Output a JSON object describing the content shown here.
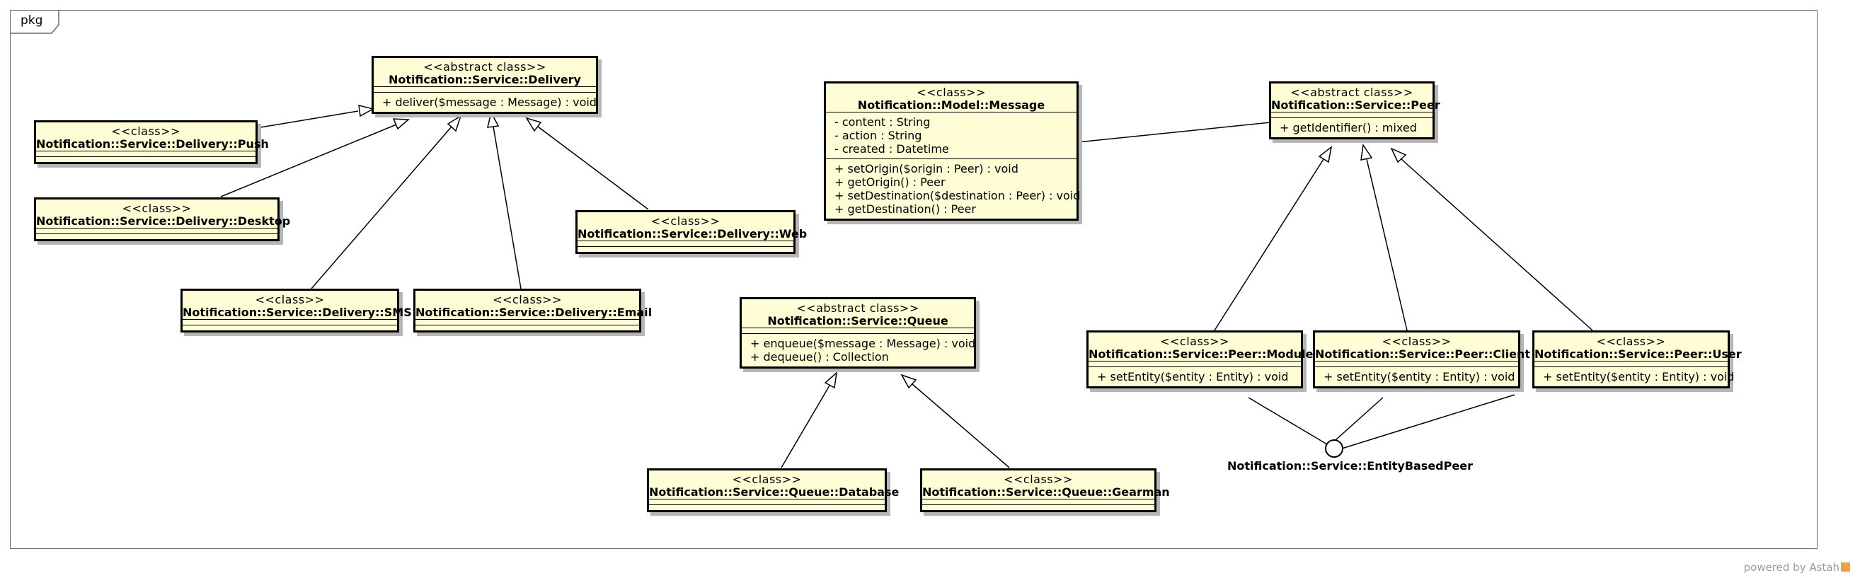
{
  "package": {
    "label": "pkg"
  },
  "classes": {
    "delivery": {
      "stereotype": "<<abstract class>>",
      "name": "Notification::Service::Delivery",
      "methods": [
        "+ deliver($message : Message) : void"
      ]
    },
    "push": {
      "stereotype": "<<class>>",
      "name": "Notification::Service::Delivery::Push"
    },
    "desktop": {
      "stereotype": "<<class>>",
      "name": "Notification::Service::Delivery::Desktop"
    },
    "sms": {
      "stereotype": "<<class>>",
      "name": "Notification::Service::Delivery::SMS"
    },
    "email": {
      "stereotype": "<<class>>",
      "name": "Notification::Service::Delivery::Email"
    },
    "web": {
      "stereotype": "<<class>>",
      "name": "Notification::Service::Delivery::Web"
    },
    "message": {
      "stereotype": "<<class>>",
      "name": "Notification::Model::Message",
      "attributes": [
        "- content : String",
        "- action : String",
        "- created : Datetime"
      ],
      "methods": [
        "+ setOrigin($origin : Peer) : void",
        "+ getOrigin() : Peer",
        "+ setDestination($destination : Peer) : void",
        "+ getDestination() : Peer"
      ]
    },
    "queue": {
      "stereotype": "<<abstract class>>",
      "name": "Notification::Service::Queue",
      "methods": [
        "+ enqueue($message : Message) : void",
        "+ dequeue() : Collection"
      ]
    },
    "database": {
      "stereotype": "<<class>>",
      "name": "Notification::Service::Queue::Database"
    },
    "gearman": {
      "stereotype": "<<class>>",
      "name": "Notification::Service::Queue::Gearman"
    },
    "peer": {
      "stereotype": "<<abstract class>>",
      "name": "Notification::Service::Peer",
      "methods": [
        "+ getIdentifier() : mixed"
      ]
    },
    "module": {
      "stereotype": "<<class>>",
      "name": "Notification::Service::Peer::Module",
      "methods": [
        "+ setEntity($entity : Entity) : void"
      ]
    },
    "client": {
      "stereotype": "<<class>>",
      "name": "Notification::Service::Peer::Client",
      "methods": [
        "+ setEntity($entity : Entity) : void"
      ]
    },
    "user": {
      "stereotype": "<<class>>",
      "name": "Notification::Service::Peer::User",
      "methods": [
        "+ setEntity($entity : Entity) : void"
      ]
    }
  },
  "interface": {
    "name": "Notification::Service::EntityBasedPeer"
  },
  "watermark": "powered by Astah"
}
